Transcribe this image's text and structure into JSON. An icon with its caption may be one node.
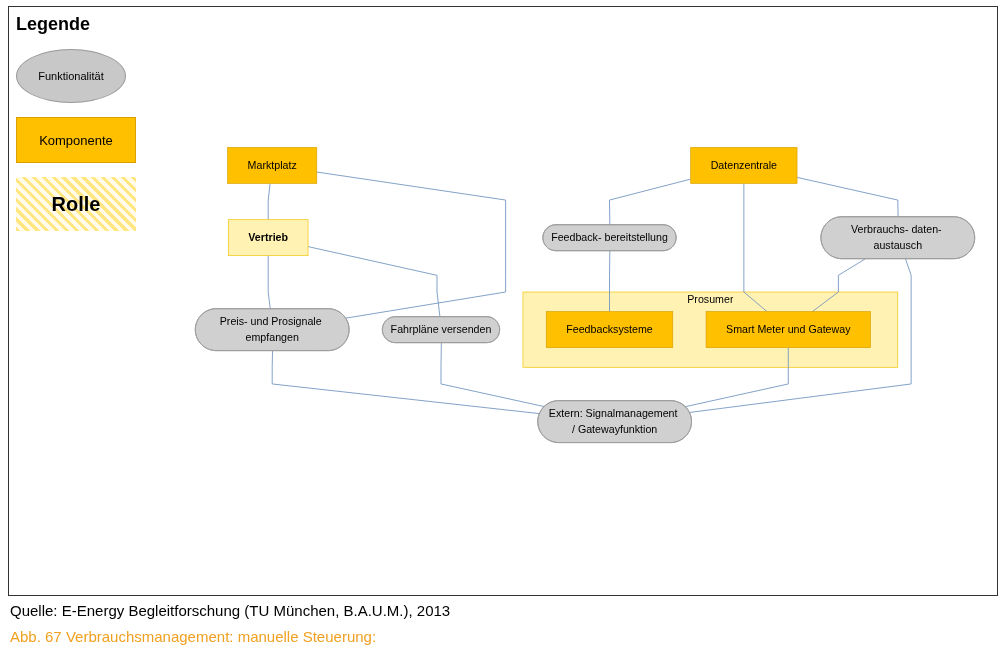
{
  "diagram": {
    "caption": "Abb. 67 Verbrauchsmanagement: manuelle Steuerung:",
    "nodes": [
      {
        "text": [
          "Datenzentrale"
        ]
      },
      {
        "text": [
          "Marktplatz"
        ]
      },
      {
        "text": [
          "Vertrieb"
        ]
      },
      {
        "text": [
          "Verbrauchs- daten- austausch"
        ]
      },
      {
        "text": [
          "Feedback- bereitstellung"
        ]
      },
      {
        "text": [
          "Preis- und Prosignale empfangen"
        ]
      },
      {
        "text": [
          "Fahrpläne versenden"
        ]
      },
      {
        "text": [
          "Prosumer"
        ]
      },
      {
        "text": [
          "Feedbacksysteme"
        ],
        "in": 7
      },
      {
        "text": [
          "Smart Meter und Gateway"
        ],
        "in": 7
      },
      {
        "text": [
          "Extern: Signalmanagement / Gatewayfunktion"
        ]
      }
    ],
    "edges": [
      {
        "from": 0,
        "to": 4,
        "arrow": "none"
      },
      {
        "from": 0,
        "to": 9,
        "arrow": "none"
      },
      {
        "from": 0,
        "to": 3,
        "arrow": "none"
      },
      {
        "from": 1,
        "to": 2,
        "arrow": "none"
      },
      {
        "from": 1,
        "to": 5,
        "arrow": "none"
      },
      {
        "from": 2,
        "to": 5,
        "arrow": "none"
      },
      {
        "from": 2,
        "to": 6,
        "arrow": "none"
      },
      {
        "from": 4,
        "to": 8,
        "arrow": "none"
      },
      {
        "from": 3,
        "to": 9,
        "arrow": "none"
      },
      {
        "from": 3,
        "to": 10,
        "arrow": "none"
      },
      {
        "from": 5,
        "to": 10,
        "arrow": "none"
      },
      {
        "from": 6,
        "to": 10,
        "arrow": "none"
      },
      {
        "from": 9,
        "to": 10,
        "arrow": "none"
      }
    ],
    "labels": [
      "Legende",
      "Quelle: E-Energy Begleitforschung (TU München, B.A.U.M.), 2013"
    ],
    "legend": [
      {
        "text": "Funktionalität"
      },
      {
        "text": "Komponente",
        "color": "#ffc000"
      },
      {
        "text": "Rolle"
      }
    ]
  }
}
